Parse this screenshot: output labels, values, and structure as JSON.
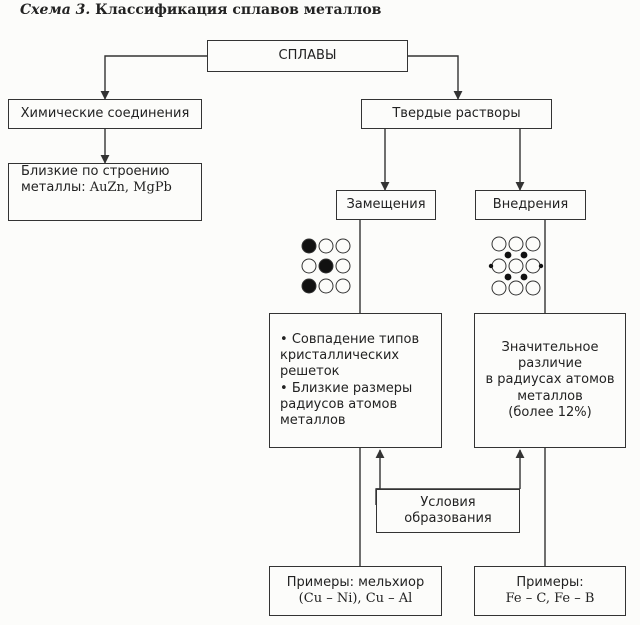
{
  "title": {
    "scheme": "Схема 3.",
    "text": "Классификация сплавов металлов"
  },
  "nodes": {
    "alloys": "СПЛАВЫ",
    "chemical": "Химические соединения",
    "solid": "Твердые растворы",
    "close_structure": {
      "line1": "Близкие по строению",
      "line2_prefix": "металлы: ",
      "line2_examples": "AuZn, MgPb"
    },
    "substitution": "Замещения",
    "interstitial": "Внедрения",
    "sub_conditions": {
      "item1_line1": "Совпадение типов",
      "item1_line2": "кристаллических",
      "item1_line3": "решеток",
      "item2_line1": "Близкие размеры",
      "item2_line2": "радиусов атомов",
      "item2_line3": "металлов"
    },
    "int_conditions": {
      "line1": "Значительное",
      "line2": "различие",
      "line3": "в радиусах атомов",
      "line4": "металлов",
      "line5": "(более 12%)"
    },
    "formation": {
      "line1": "Условия",
      "line2": "образования"
    },
    "sub_examples": {
      "line1": "Примеры: мельхиор",
      "line2": "(Cu – Ni), Cu – Al"
    },
    "int_examples": {
      "line1": "Примеры:",
      "line2": "Fe – C, Fe – B"
    }
  }
}
